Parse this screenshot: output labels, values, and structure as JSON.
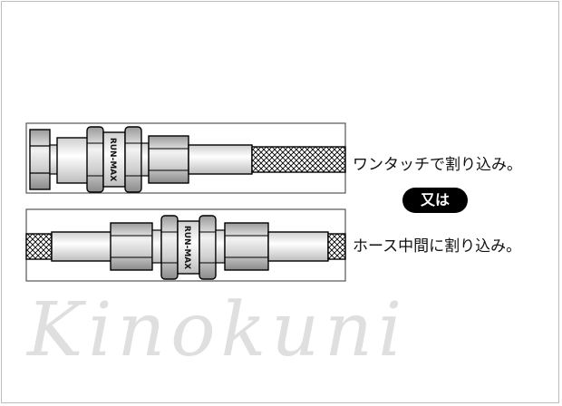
{
  "brand_marking": "RUN-MAX",
  "labels": {
    "one_touch": "ワンタッチで割り込み。",
    "or": "又は",
    "hose_middle": "ホース中間に割り込み。"
  },
  "watermark": "Kinokuni",
  "colors": {
    "metal": "#d8d8d8",
    "outline": "#000000",
    "background": "#ffffff"
  }
}
